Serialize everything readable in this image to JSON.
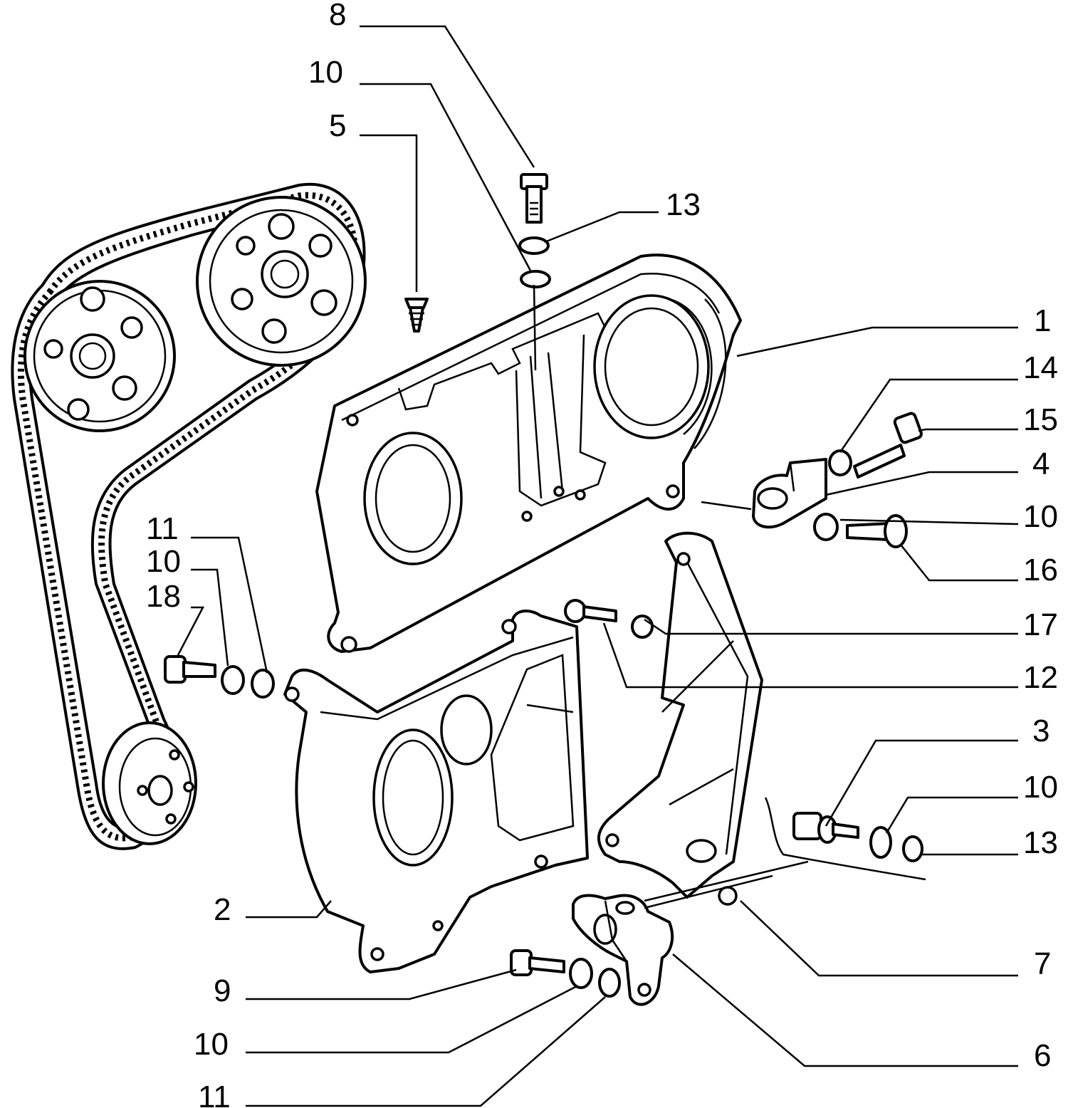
{
  "callouts": [
    {
      "id": "c8",
      "label": "8"
    },
    {
      "id": "c10a",
      "label": "10"
    },
    {
      "id": "c5",
      "label": "5"
    },
    {
      "id": "c13a",
      "label": "13"
    },
    {
      "id": "c1",
      "label": "1"
    },
    {
      "id": "c14",
      "label": "14"
    },
    {
      "id": "c15",
      "label": "15"
    },
    {
      "id": "c4",
      "label": "4"
    },
    {
      "id": "c10b",
      "label": "10"
    },
    {
      "id": "c16",
      "label": "16"
    },
    {
      "id": "c17",
      "label": "17"
    },
    {
      "id": "c12",
      "label": "12"
    },
    {
      "id": "c3",
      "label": "3"
    },
    {
      "id": "c10c",
      "label": "10"
    },
    {
      "id": "c13b",
      "label": "13"
    },
    {
      "id": "c7",
      "label": "7"
    },
    {
      "id": "c6",
      "label": "6"
    },
    {
      "id": "c11a",
      "label": "11"
    },
    {
      "id": "c10d",
      "label": "10"
    },
    {
      "id": "c18",
      "label": "18"
    },
    {
      "id": "c2",
      "label": "2"
    },
    {
      "id": "c9",
      "label": "9"
    },
    {
      "id": "c10e",
      "label": "10"
    },
    {
      "id": "c11b",
      "label": "11"
    }
  ]
}
